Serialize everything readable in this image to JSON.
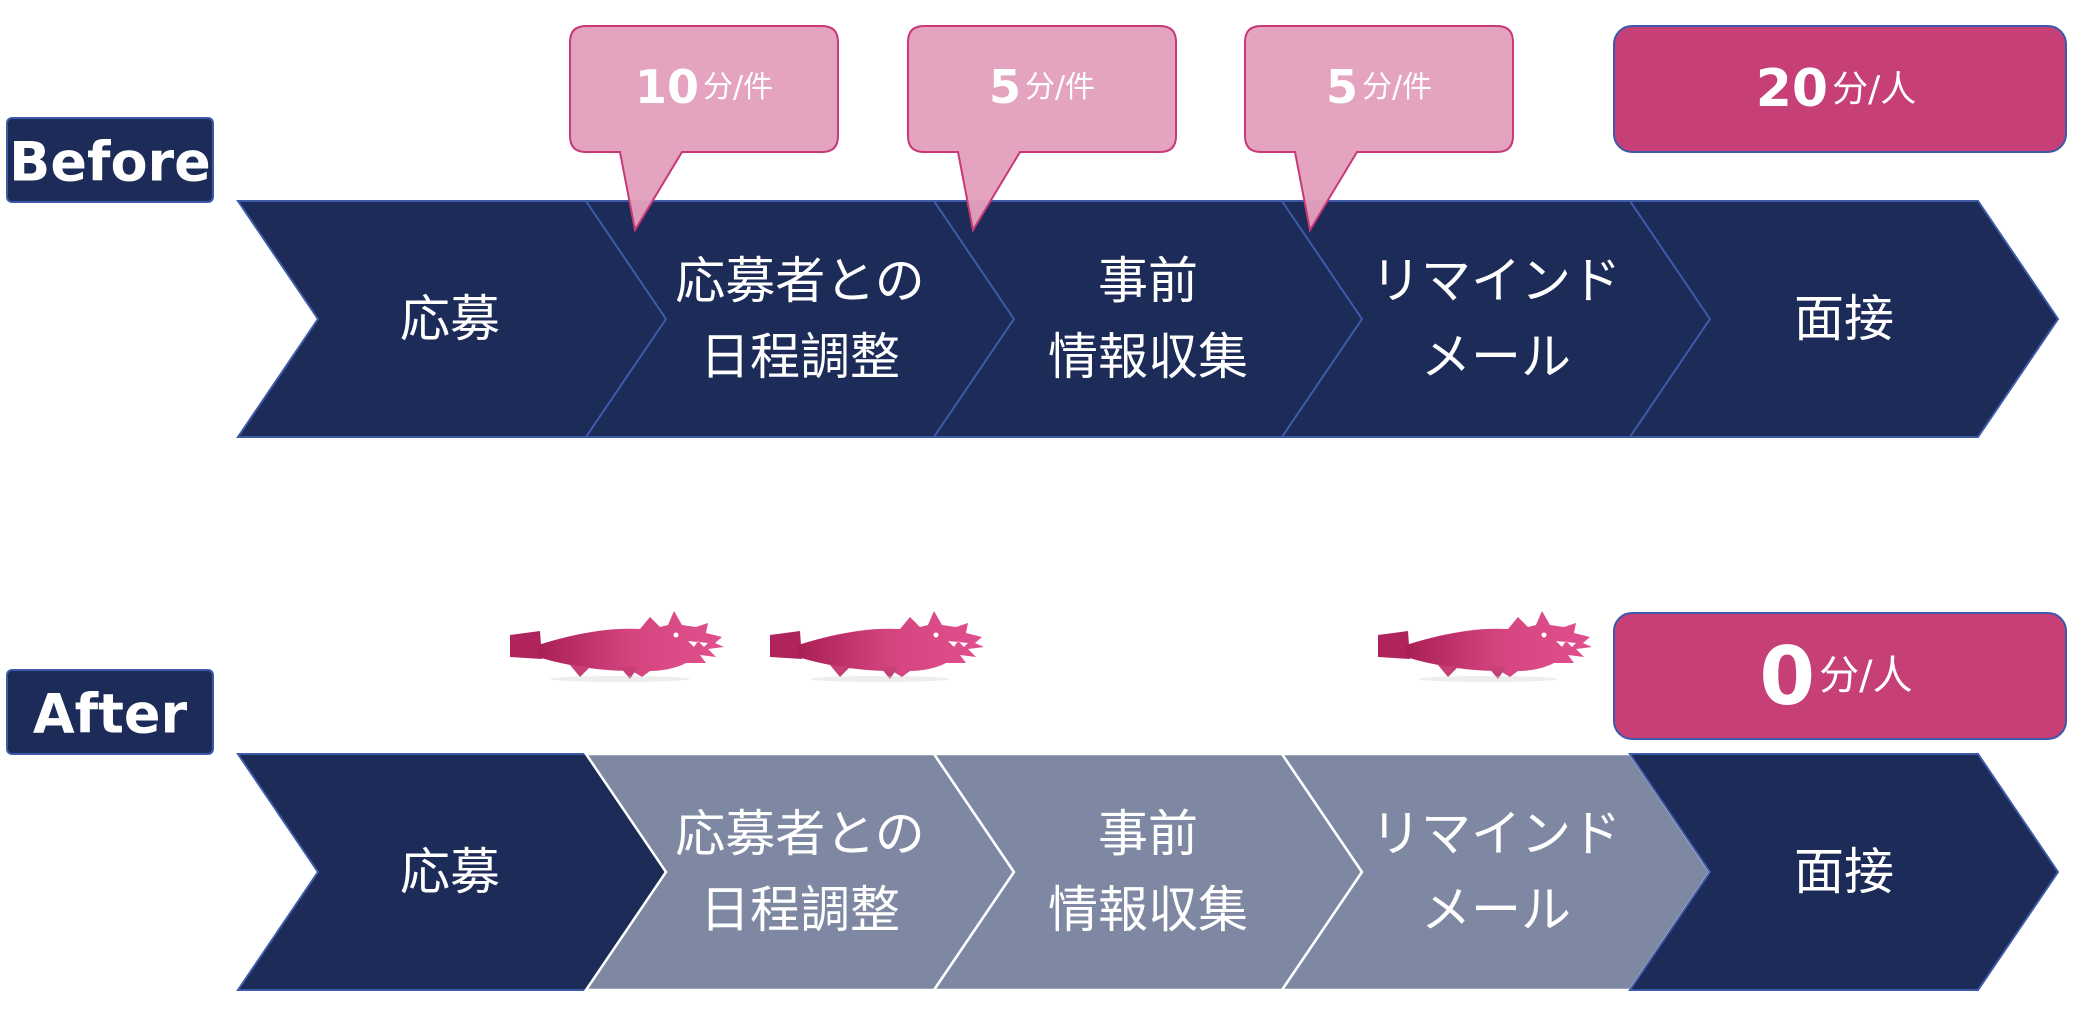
{
  "colors": {
    "navy": "#1c2b58",
    "navy_stroke": "#3d5aa8",
    "faded": "#7f88a3",
    "light_pink": "#e3a0bc",
    "light_pink_stroke": "#c8397a",
    "magenta": "#c63f76",
    "white": "#ffffff"
  },
  "before": {
    "label": "Before",
    "steps": [
      {
        "lines": [
          "応募"
        ],
        "active": true
      },
      {
        "lines": [
          "応募者との",
          "日程調整"
        ],
        "active": true
      },
      {
        "lines": [
          "事前",
          "情報収集"
        ],
        "active": true
      },
      {
        "lines": [
          "リマインド",
          "メール"
        ],
        "active": true
      },
      {
        "lines": [
          "面接"
        ],
        "active": true
      }
    ],
    "callouts": [
      {
        "num": "10",
        "unit": "分/件",
        "step": 1
      },
      {
        "num": "5",
        "unit": "分/件",
        "step": 2
      },
      {
        "num": "5",
        "unit": "分/件",
        "step": 3
      }
    ],
    "total": {
      "num": "20",
      "unit": "分/人"
    }
  },
  "after": {
    "label": "After",
    "steps": [
      {
        "lines": [
          "応募"
        ],
        "active": true
      },
      {
        "lines": [
          "応募者との",
          "日程調整"
        ],
        "active": false
      },
      {
        "lines": [
          "事前",
          "情報収集"
        ],
        "active": false
      },
      {
        "lines": [
          "リマインド",
          "メール"
        ],
        "active": false
      },
      {
        "lines": [
          "面接"
        ],
        "active": true
      }
    ],
    "mascots": [
      "dragon-mascot-icon",
      "dragon-mascot-icon",
      "dragon-mascot-icon"
    ],
    "total": {
      "num": "0",
      "unit": "分/人"
    }
  }
}
